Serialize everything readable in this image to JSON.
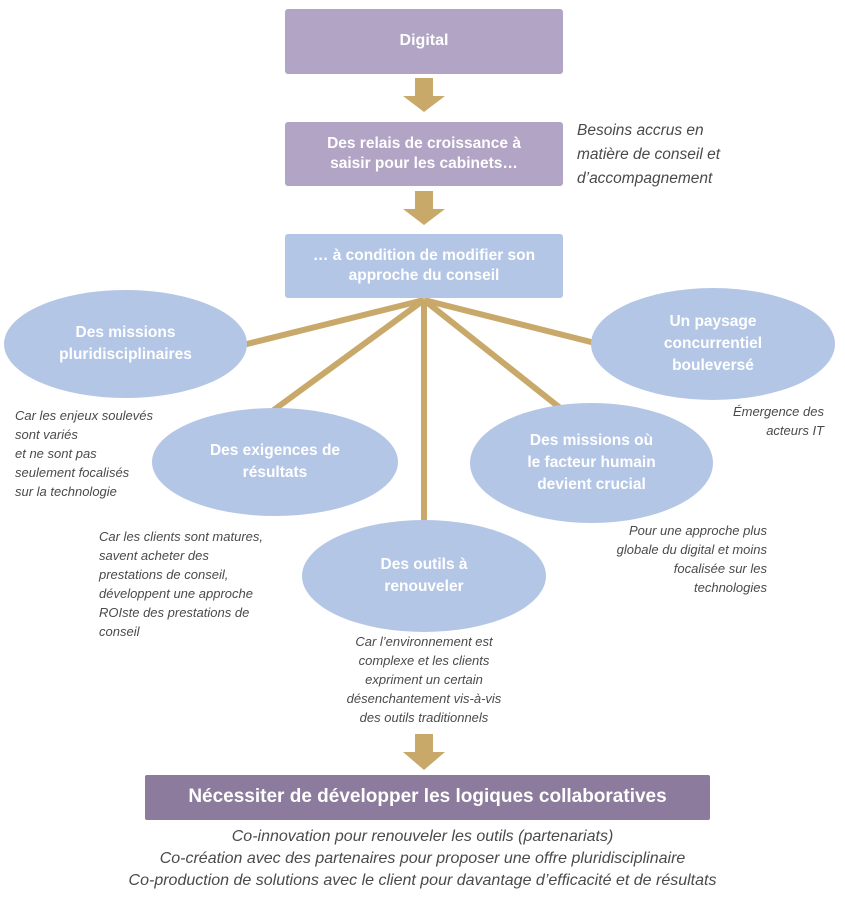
{
  "top_box": "Digital",
  "growth_box": "Des relais de croissance à\nsaisir pour les cabinets…",
  "growth_note": "Besoins accrus en\nmatière de conseil et\nd’accompagnement",
  "condition_box": "… à condition de modifier son\napproche du conseil",
  "ovals": {
    "missions_pluri": "Des missions\npluridisciplinaires",
    "exigences": "Des exigences de\nrésultats",
    "outils": "Des outils à\nrenouveler",
    "humain": "Des missions où\nle facteur humain\ndevient crucial",
    "paysage": "Un paysage\nconcurrentiel\nbouleversé"
  },
  "notes": {
    "missions_pluri": "Car les enjeux soulevés\nsont variés\net ne sont pas\nseulement focalisés\nsur la technologie",
    "exigences": "Car les clients sont matures,\nsavent acheter des\nprestations de conseil,\ndéveloppent une approche\nROIste des prestations de\nconseil",
    "outils": "Car l’environnement est\ncomplexe et les clients\nexpriment un certain\ndésenchantement vis-à-vis\ndes outils traditionnels",
    "humain": "Pour une approche plus\nglobale du digital et moins\nfocalisée sur les\ntechnologies",
    "paysage": "Émergence des\nacteurs IT"
  },
  "conclusion_box": "Nécessiter de développer les logiques collaboratives",
  "conclusion_lines": [
    "Co-innovation pour renouveler les outils (partenariats)",
    "Co-création avec des partenaires pour proposer une offre pluridisciplinaire",
    "Co-production de solutions avec le client pour davantage d’efficacité et de résultats"
  ],
  "colors": {
    "purple_box": "#b1a4c5",
    "blue_shape": "#b4c6e6",
    "dark_box": "#8c7b9c",
    "connector": "#c8a96a"
  }
}
